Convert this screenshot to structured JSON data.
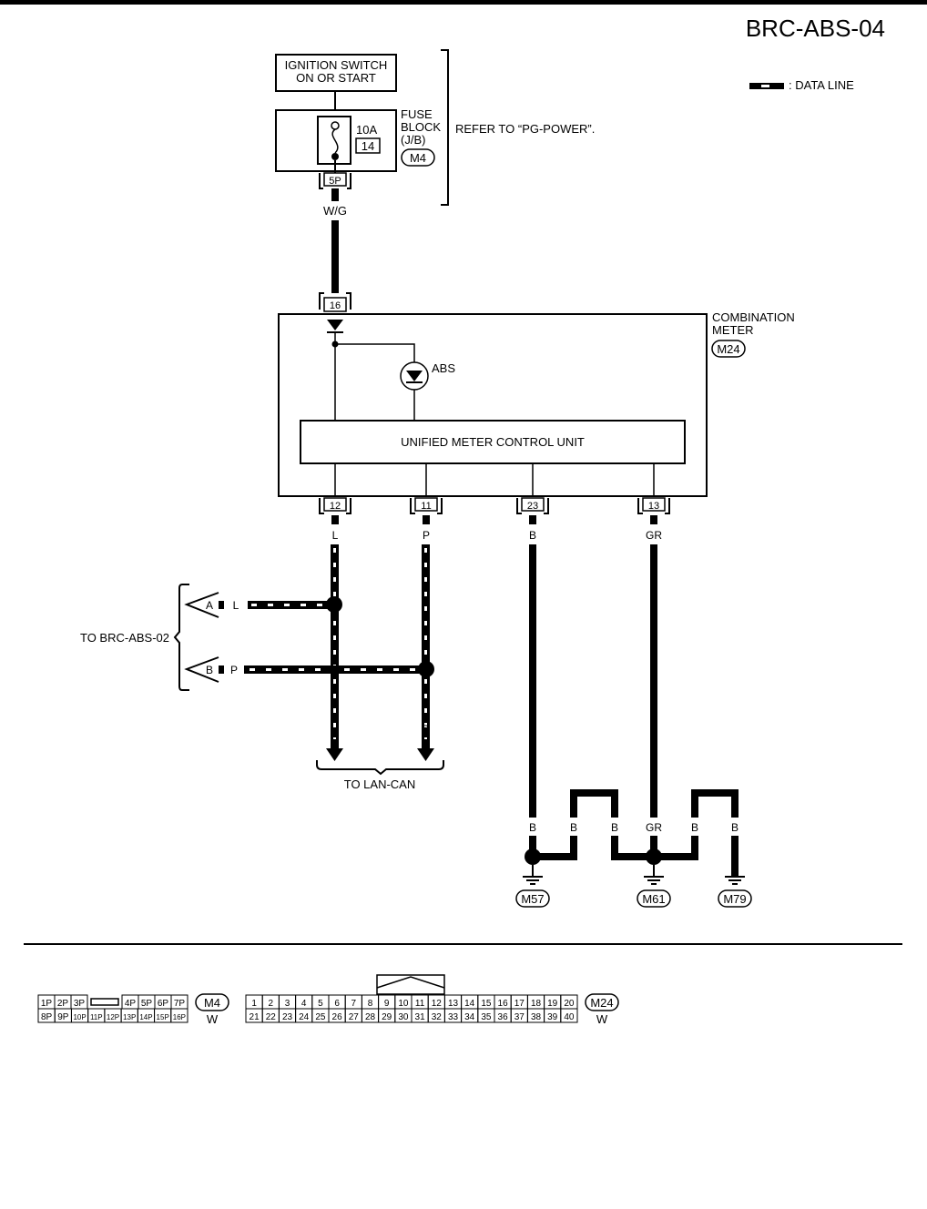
{
  "page": {
    "code": "BRC-ABS-04",
    "legend": ": DATA LINE"
  },
  "power": {
    "ignition_line1": "IGNITION SWITCH",
    "ignition_line2": "ON OR START",
    "fuse_amp": "10A",
    "fuse_no": "14",
    "fuse_block_line1": "FUSE",
    "fuse_block_line2": "BLOCK",
    "fuse_block_line3": "(J/B)",
    "fuse_conn": "M4",
    "fuse_pin": "5P",
    "wire": "W/G",
    "refer": "REFER TO “PG-POWER”."
  },
  "meter": {
    "title_line1": "COMBINATION",
    "title_line2": "METER",
    "conn": "M24",
    "input_pin": "16",
    "abs_label": "ABS",
    "unit_label": "UNIFIED METER CONTROL UNIT",
    "pins": [
      {
        "pin": "12",
        "wire": "L"
      },
      {
        "pin": "11",
        "wire": "P"
      },
      {
        "pin": "23",
        "wire": "B"
      },
      {
        "pin": "13",
        "wire": "GR"
      }
    ]
  },
  "links": {
    "a_letter": "A",
    "b_letter": "B",
    "a_wire": "L",
    "b_wire": "P",
    "to_abs": "TO BRC-ABS-02",
    "l_down": "L",
    "p_down": "P",
    "to_lan": "TO LAN-CAN"
  },
  "grounds": {
    "wires": [
      "B",
      "B",
      "B",
      "GR",
      "B",
      "B"
    ],
    "conns": [
      "M57",
      "M61",
      "M79"
    ]
  },
  "connectors": {
    "m4": {
      "row1": [
        "1P",
        "2P",
        "3P",
        "",
        "4P",
        "5P",
        "6P",
        "7P"
      ],
      "row2": [
        "8P",
        "9P",
        "10P",
        "11P",
        "12P",
        "13P",
        "14P",
        "15P",
        "16P"
      ],
      "name": "M4",
      "color": "W"
    },
    "m24": {
      "row1": [
        "1",
        "2",
        "3",
        "4",
        "5",
        "6",
        "7",
        "8",
        "9",
        "10",
        "11",
        "12",
        "13",
        "14",
        "15",
        "16",
        "17",
        "18",
        "19",
        "20"
      ],
      "row2": [
        "21",
        "22",
        "23",
        "24",
        "25",
        "26",
        "27",
        "28",
        "29",
        "30",
        "31",
        "32",
        "33",
        "34",
        "35",
        "36",
        "37",
        "38",
        "39",
        "40"
      ],
      "name": "M24",
      "color": "W"
    }
  }
}
